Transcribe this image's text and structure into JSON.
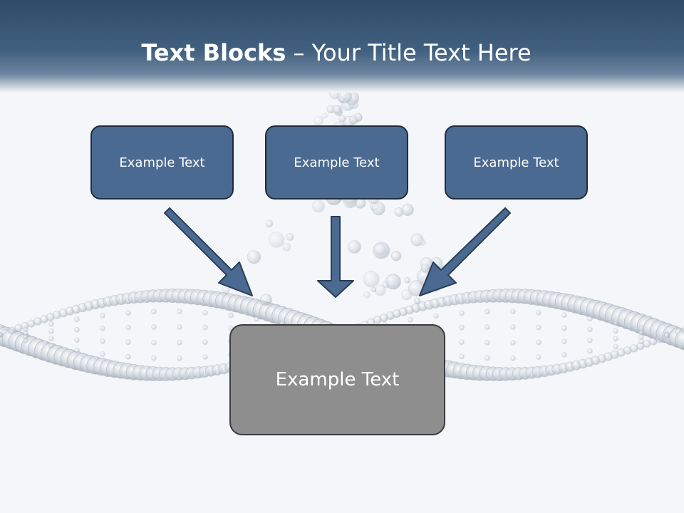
{
  "slide": {
    "title_bold": "Text Blocks",
    "title_dash": " – ",
    "title_rest": "Your Title Text Here"
  },
  "blocks": {
    "top": [
      {
        "label": "Example Text"
      },
      {
        "label": "Example Text"
      },
      {
        "label": "Example Text"
      }
    ],
    "bottom": {
      "label": "Example Text"
    }
  },
  "colors": {
    "header": "#3d5a7a",
    "top_box_fill": "#4b6a91",
    "top_box_border": "#1e2c3d",
    "bottom_box_fill": "#8e8e8e",
    "arrow_fill": "#4b6a91",
    "background": "#f4f6f9"
  },
  "icons": {
    "background_image": "dna-helix-illustration",
    "connectors": "arrow-icon"
  }
}
